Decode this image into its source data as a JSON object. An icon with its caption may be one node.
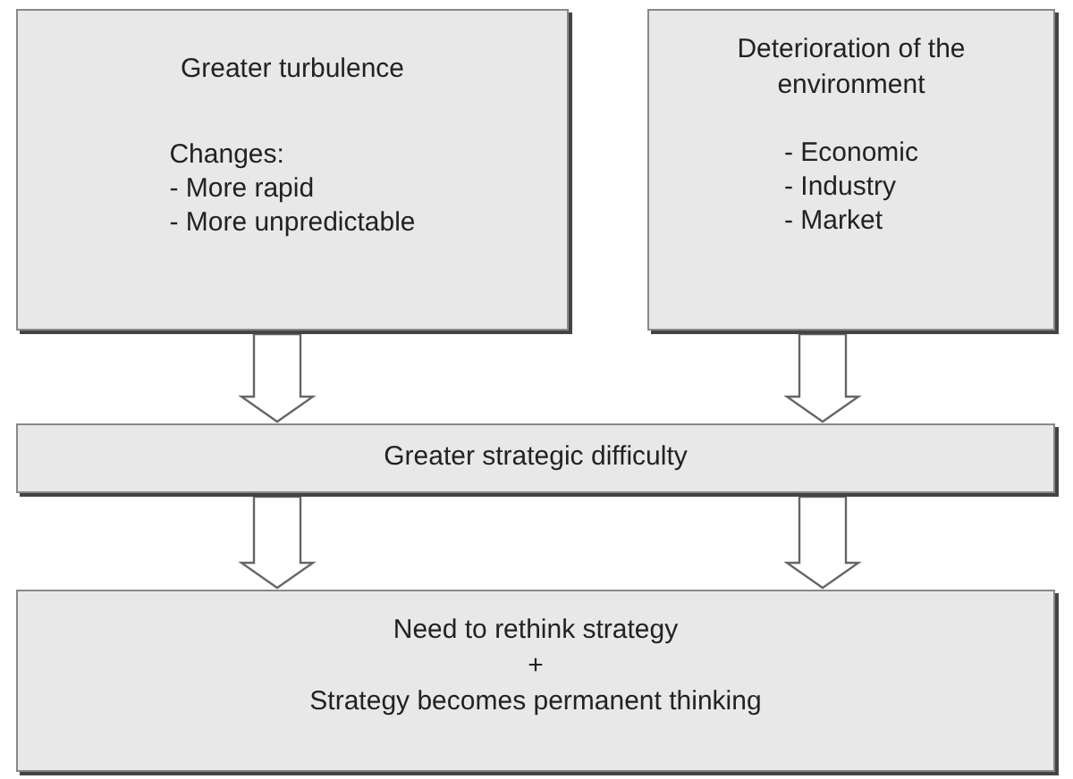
{
  "diagram": {
    "nodes": [
      {
        "text": [
          "Greater turbulence",
          "Changes:",
          "- More rapid",
          "- More unpredictable"
        ]
      },
      {
        "text": [
          "Deterioration of the environment",
          "- Economic",
          "- Industry",
          "- Market"
        ]
      },
      {
        "text": [
          "Greater strategic difficulty"
        ]
      },
      {
        "text": [
          "Need to rethink strategy",
          "+",
          "Strategy becomes permanent thinking"
        ]
      }
    ],
    "edges": [
      {
        "from": 0,
        "to": 2,
        "arrow": "to"
      },
      {
        "from": 1,
        "to": 2,
        "arrow": "to"
      },
      {
        "from": 2,
        "to": 3,
        "arrow": "to"
      },
      {
        "from": 2,
        "to": 3,
        "arrow": "to"
      }
    ]
  }
}
